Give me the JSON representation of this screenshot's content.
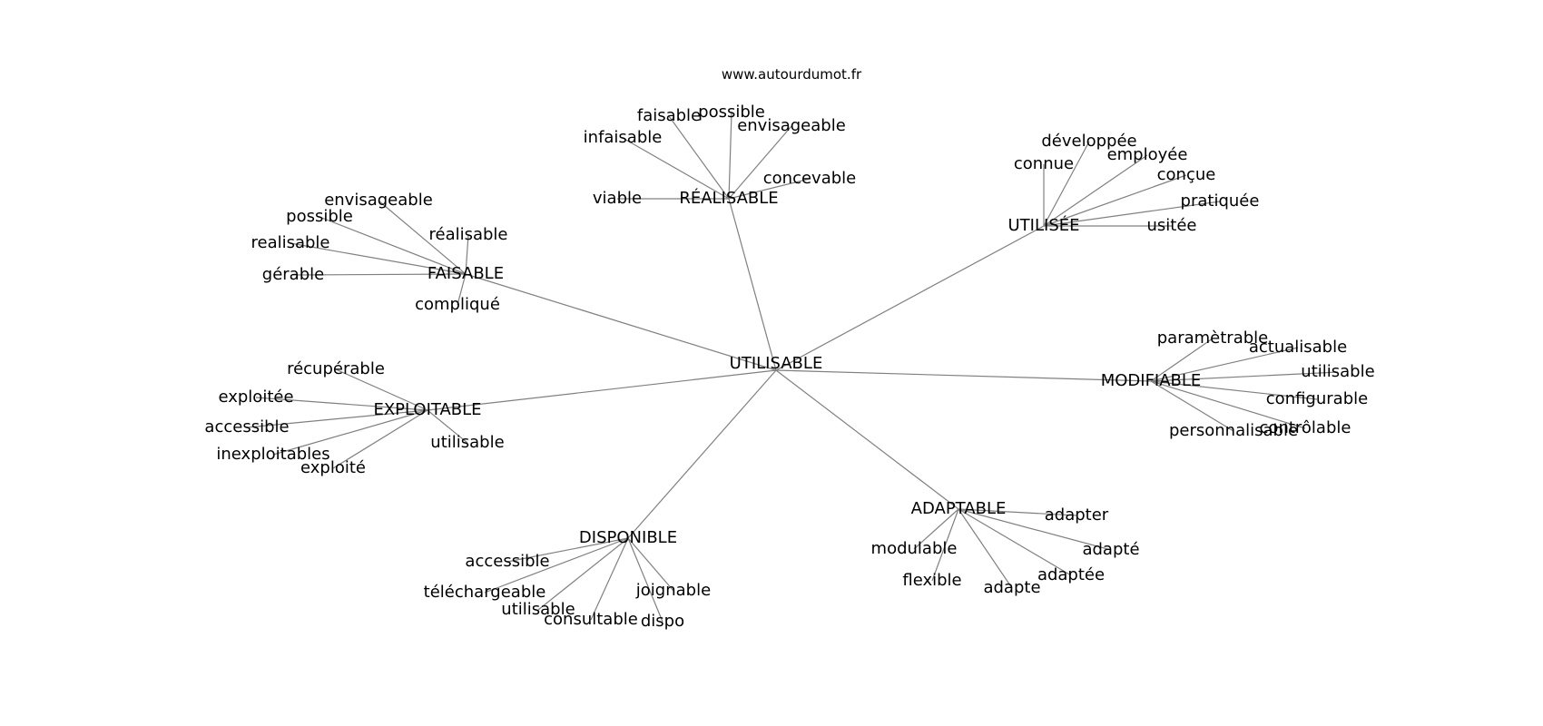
{
  "site": "www.autourdumot.fr",
  "center": {
    "id": "utilisable-center",
    "label": "UTILISABLE"
  },
  "clusters": [
    {
      "id": "realisable",
      "label": "RÉALISABLE",
      "leaves": [
        "faisable",
        "possible",
        "envisageable",
        "infaisable",
        "concevable",
        "viable"
      ]
    },
    {
      "id": "utilisee",
      "label": "UTILISÉE",
      "leaves": [
        "développée",
        "connue",
        "employée",
        "conçue",
        "pratiquée",
        "usitée"
      ]
    },
    {
      "id": "faisable",
      "label": "FAISABLE",
      "leaves": [
        "envisageable",
        "possible",
        "réalisable",
        "realisable",
        "gérable",
        "compliqué"
      ]
    },
    {
      "id": "modifiable",
      "label": "MODIFIABLE",
      "leaves": [
        "paramètrable",
        "actualisable",
        "utilisable",
        "configurable",
        "contrôlable",
        "personnalisable"
      ]
    },
    {
      "id": "exploitable",
      "label": "EXPLOITABLE",
      "leaves": [
        "récupérable",
        "exploitée",
        "accessible",
        "inexploitables",
        "exploité",
        "utilisable"
      ]
    },
    {
      "id": "adaptable",
      "label": "ADAPTABLE",
      "leaves": [
        "adapter",
        "modulable",
        "adapté",
        "adaptée",
        "flexible",
        "adapte"
      ]
    },
    {
      "id": "disponible",
      "label": "DISPONIBLE",
      "leaves": [
        "accessible",
        "téléchargeable",
        "utilisable",
        "consultable",
        "joignable",
        "dispo"
      ]
    }
  ]
}
